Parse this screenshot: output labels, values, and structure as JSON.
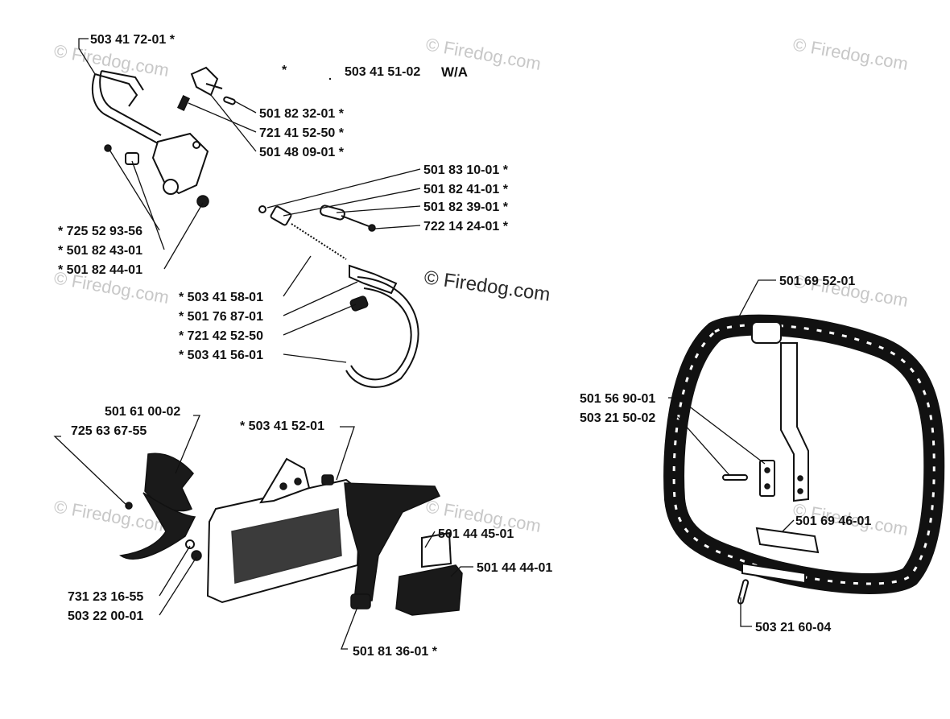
{
  "watermarks": {
    "text": "© Firedog.com",
    "center_text": "© Firedog.com"
  },
  "header": {
    "star": "*",
    "assembly_number": "503 41 51-02",
    "assembly_note": "W/A"
  },
  "labels": {
    "p5034172": "503 41 72-01  *",
    "p5018232": "501 82 32-01  *",
    "p7214152": "721 41 52-50  *",
    "p5014809": "501 48 09-01  *",
    "p5018310": "501 83 10-01  *",
    "p5018241": "501 82 41-01  *",
    "p5018239": "501 82 39-01  *",
    "p7221424": "722 14 24-01  *",
    "p7255293": "*  725 52 93-56",
    "p5018243": "*  501 82 43-01",
    "p5018244": "*  501 82 44-01",
    "p5034158": "*  503 41 58-01",
    "p5017687": "*  501 76 87-01",
    "p7214252": "*  721 42 52-50",
    "p5034156": "*  503 41 56-01",
    "p5016100": "501 61 00-02",
    "p7256367": "725 63 67-55",
    "p5034152": "*  503 41 52-01",
    "p5014445": "501 44 45-01",
    "p5014444": "501 44 44-01",
    "p7312316": "731 23 16-55",
    "p5032200": "503 22 00-01",
    "p5018136": "501 81 36-01  *",
    "p5016952": "501 69 52-01",
    "p5015690": "501 56 90-01",
    "p5032150": "503 21 50-02",
    "p5016946": "501 69 46-01",
    "p5032160": "503 21 60-04"
  }
}
